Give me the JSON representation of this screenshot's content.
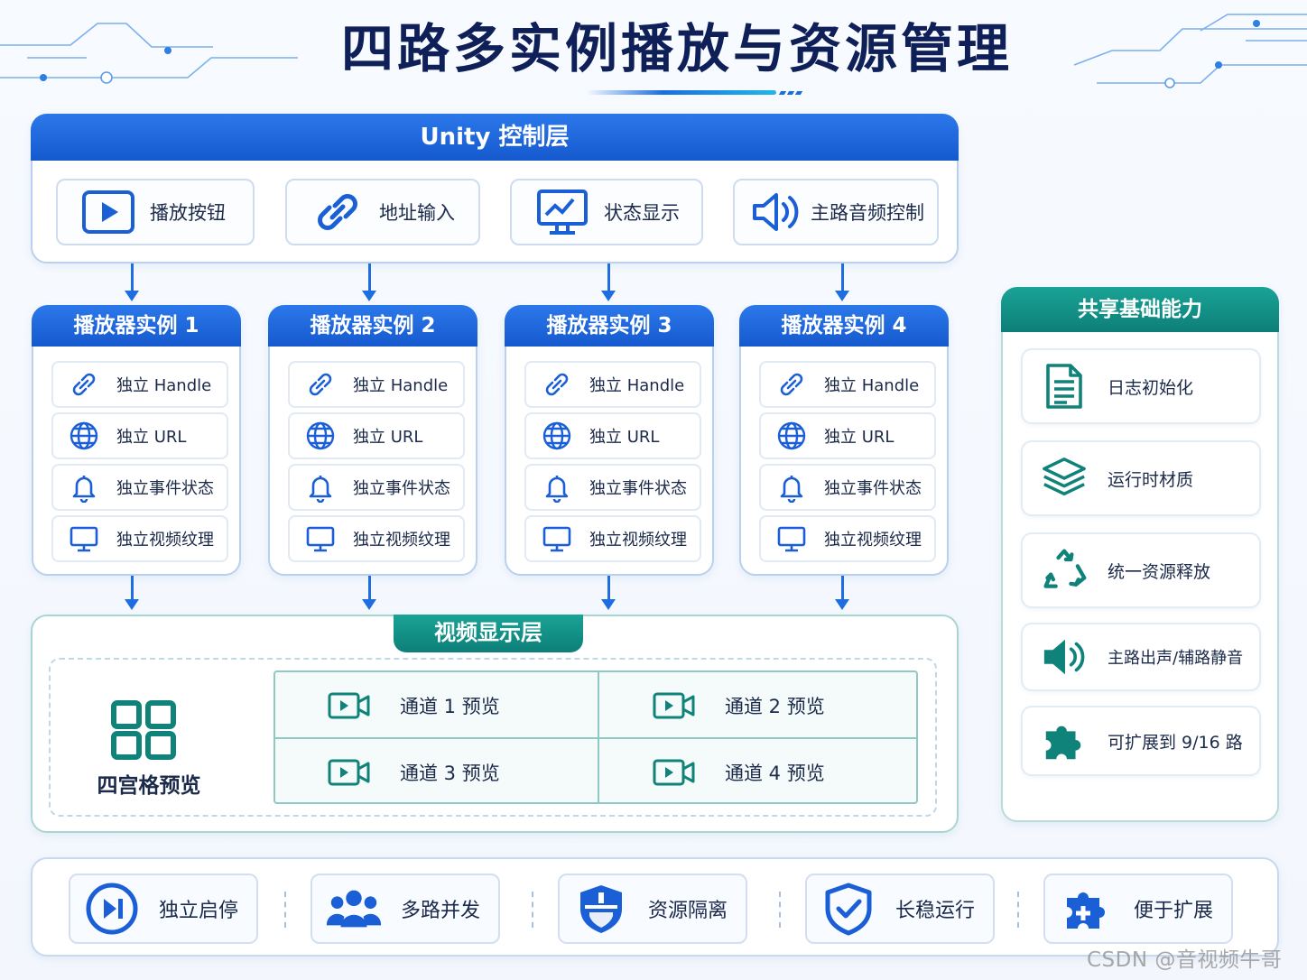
{
  "title": "四路多实例播放与资源管理",
  "control_layer": {
    "title": "Unity 控制层",
    "buttons": [
      {
        "label": "播放按钮",
        "icon": "play-icon"
      },
      {
        "label": "地址输入",
        "icon": "link-icon"
      },
      {
        "label": "状态显示",
        "icon": "monitor-chart-icon"
      },
      {
        "label": "主路音频控制",
        "icon": "speaker-icon"
      }
    ]
  },
  "instances": [
    {
      "title": "播放器实例 1",
      "items": [
        "独立 Handle",
        "独立 URL",
        "独立事件状态",
        "独立视频纹理"
      ]
    },
    {
      "title": "播放器实例 2",
      "items": [
        "独立 Handle",
        "独立 URL",
        "独立事件状态",
        "独立视频纹理"
      ]
    },
    {
      "title": "播放器实例 3",
      "items": [
        "独立 Handle",
        "独立 URL",
        "独立事件状态",
        "独立视频纹理"
      ]
    },
    {
      "title": "播放器实例 4",
      "items": [
        "独立 Handle",
        "独立 URL",
        "独立事件状态",
        "独立视频纹理"
      ]
    }
  ],
  "instance_item_icons": [
    "link-icon",
    "globe-icon",
    "bell-icon",
    "monitor-icon"
  ],
  "shared": {
    "title": "共享基础能力",
    "items": [
      {
        "label": "日志初始化",
        "icon": "document-icon"
      },
      {
        "label": "运行时材质",
        "icon": "layers-icon"
      },
      {
        "label": "统一资源释放",
        "icon": "recycle-icon"
      },
      {
        "label": "主路出声/辅路静音",
        "icon": "speaker-icon"
      },
      {
        "label": "可扩展到 9/16 路",
        "icon": "puzzle-icon"
      }
    ]
  },
  "video_layer": {
    "title": "视频显示层",
    "grid_label": "四宫格预览",
    "channels": [
      "通道 1 预览",
      "通道 2 预览",
      "通道 3 预览",
      "通道 4 预览"
    ]
  },
  "features": [
    {
      "label": "独立启停",
      "icon": "play-pause-icon"
    },
    {
      "label": "多路并发",
      "icon": "users-icon"
    },
    {
      "label": "资源隔离",
      "icon": "shield-icon"
    },
    {
      "label": "长稳运行",
      "icon": "shield-check-icon"
    },
    {
      "label": "便于扩展",
      "icon": "puzzle-plus-icon"
    }
  ],
  "watermark": "CSDN @音视频牛哥",
  "colors": {
    "blue": "#1659cf",
    "teal": "#0d7f78",
    "navy": "#0f1f57"
  }
}
